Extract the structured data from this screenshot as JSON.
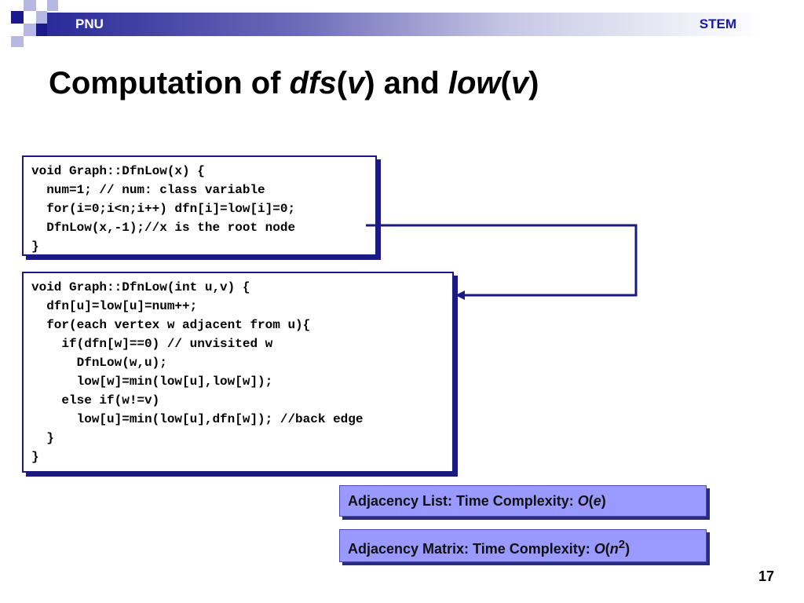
{
  "header": {
    "left_label": "PNU",
    "right_label": "STEM"
  },
  "title": {
    "prefix": "Computation of ",
    "term1": "dfs",
    "arg1_open": "(",
    "arg1": "v",
    "arg1_close": ")",
    "mid": " and ",
    "term2": "low",
    "arg2_open": "(",
    "arg2": "v",
    "arg2_close": ")"
  },
  "code": {
    "block1": "void Graph::DfnLow(x) {\n  num=1; // num: class variable\n  for(i=0;i<n;i++) dfn[i]=low[i]=0;\n  DfnLow(x,-1);//x is the root node\n}",
    "block2": "void Graph::DfnLow(int u,v) {\n  dfn[u]=low[u]=num++;\n  for(each vertex w adjacent from u){\n    if(dfn[w]==0) // unvisited w\n      DfnLow(w,u);\n      low[w]=min(low[u],low[w]);\n    else if(w!=v)\n      low[u]=min(low[u],dfn[w]); //back edge\n  }\n}"
  },
  "complexity": {
    "list": {
      "label": "Adjacency List: Time Complexity: ",
      "o": "O",
      "open": "(",
      "var": "e",
      "close": ")"
    },
    "matrix": {
      "label": "Adjacency Matrix: Time Complexity: ",
      "o": "O",
      "open": "(",
      "var": "n",
      "exp": "2",
      "close": ")"
    }
  },
  "page_number": "17",
  "colors": {
    "accent_dark": "#1a1a80",
    "box_fill": "#9999ff"
  }
}
